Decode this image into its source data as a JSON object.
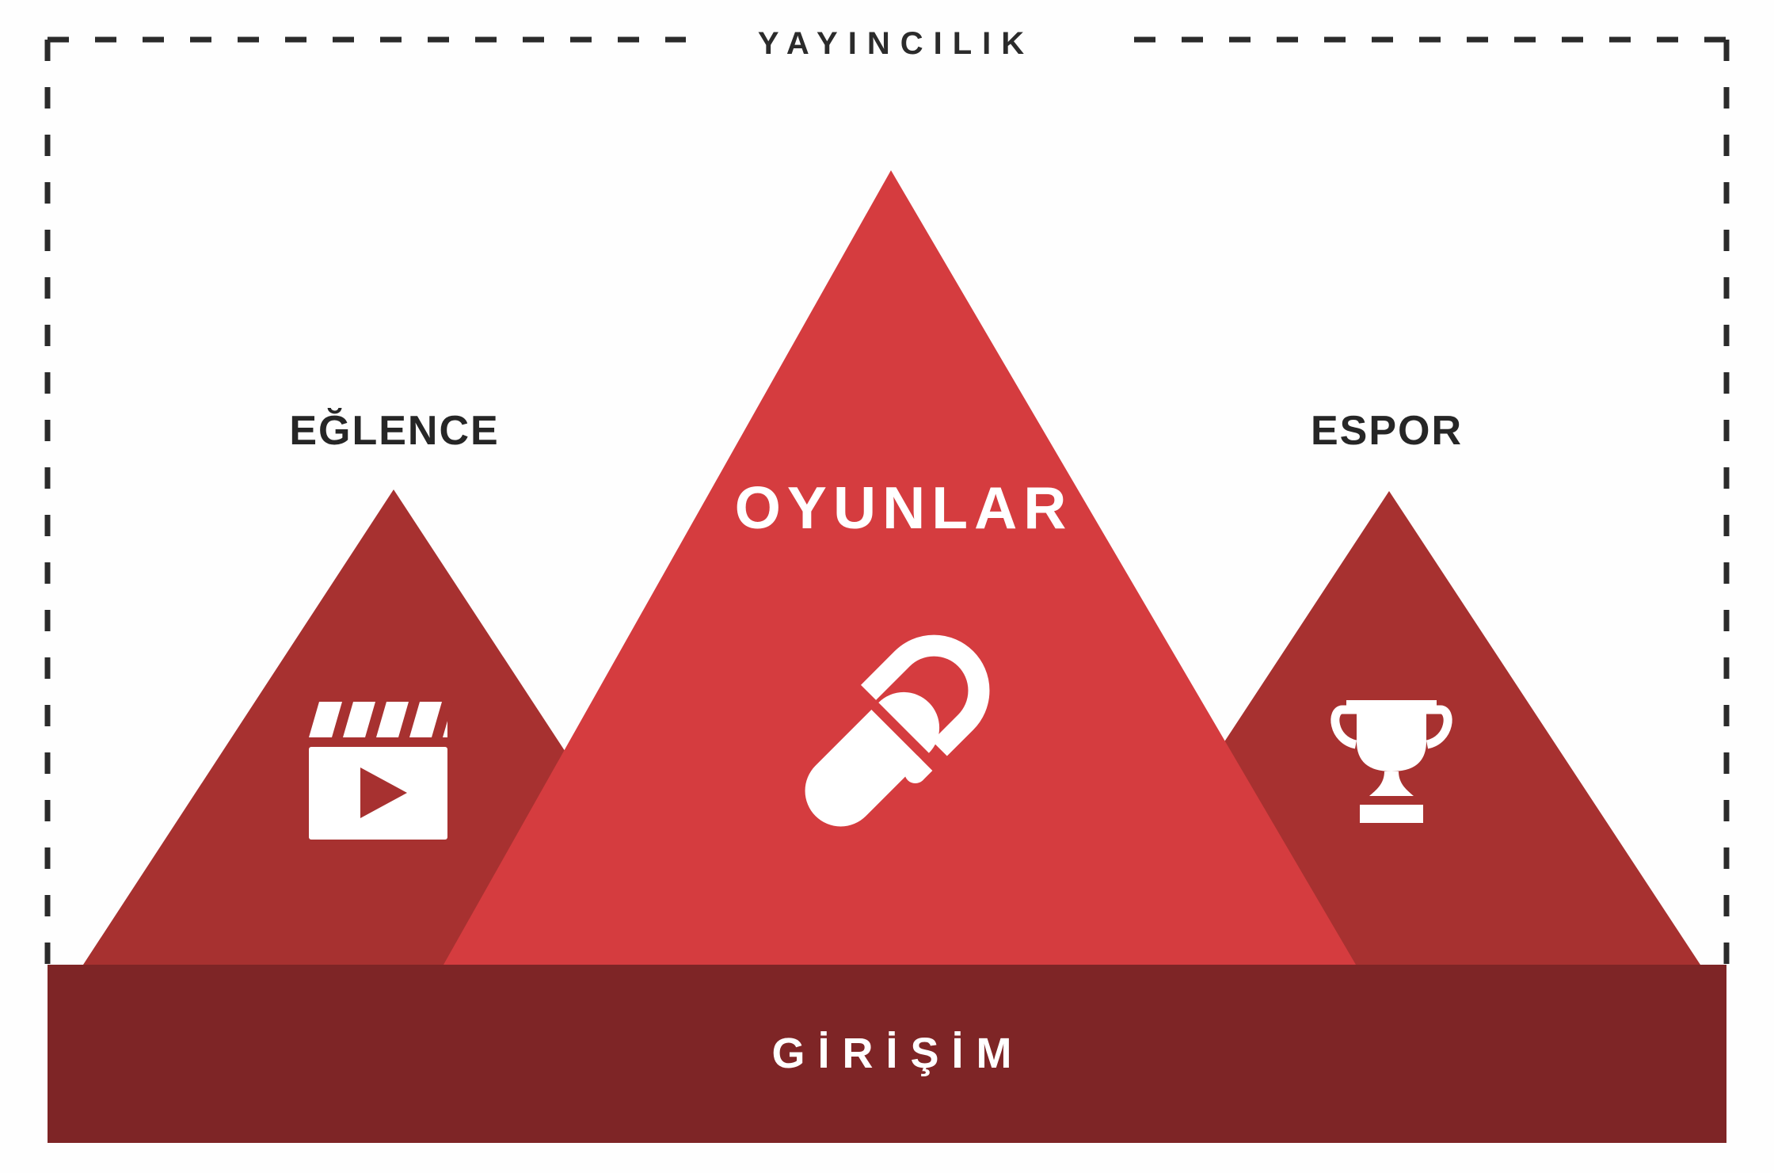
{
  "title": "YAYINCILIK",
  "pyramids": {
    "left": {
      "label": "EĞLENCE",
      "icon": "clapperboard-play-icon"
    },
    "center": {
      "label": "OYUNLAR",
      "icon": "gaming-mouse-icon"
    },
    "right": {
      "label": "ESPOR",
      "icon": "trophy-icon"
    }
  },
  "base_bar": {
    "label": "GİRİŞİM"
  },
  "colors": {
    "bright-red": "#d53c3f",
    "dark-red": "#a73130",
    "maroon": "#7e2526",
    "ink": "#2b2b2b",
    "white": "#ffffff",
    "bg": "#fefefe"
  }
}
